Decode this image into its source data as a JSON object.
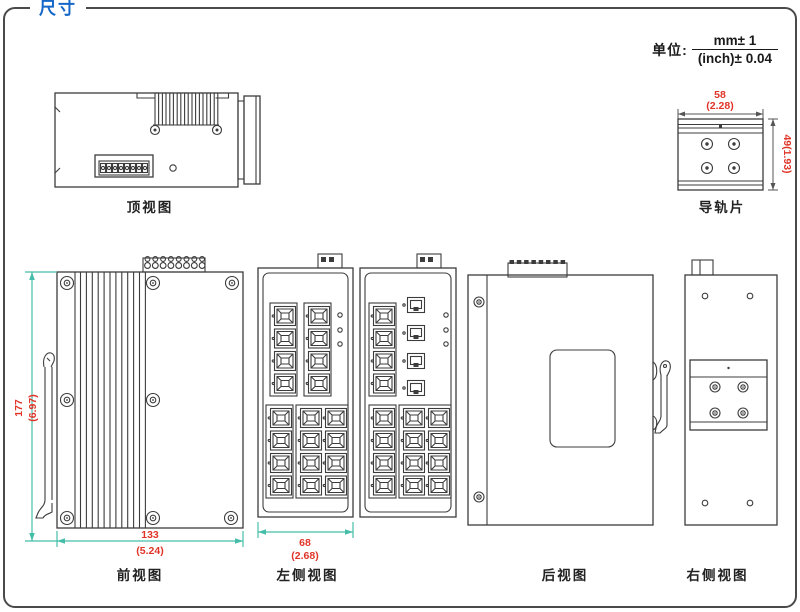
{
  "header": {
    "title": "尺寸"
  },
  "unit_note": {
    "label": "单位:",
    "mm": "mm± 1",
    "inch": "(inch)± 0.04"
  },
  "views": {
    "top_view": {
      "caption": "顶视图"
    },
    "rail_clip": {
      "caption": "导轨片",
      "width_mm": "58",
      "width_inch": "(2.28)",
      "height_dim": "49(1.93)"
    },
    "front_view": {
      "caption": "前视图",
      "height_mm": "177",
      "height_inch": "(6.97)",
      "width_mm": "133",
      "width_inch": "(5.24)"
    },
    "left_view": {
      "caption": "左侧视图",
      "width_mm": "68",
      "width_inch": "(2.68)"
    },
    "rear_view": {
      "caption": "后视图"
    },
    "right_view": {
      "caption": "右侧视图"
    }
  },
  "colors": {
    "line": "#3c3c3c",
    "dim_line": "#45bda8",
    "dim_text": "#e03428",
    "title_blue": "#1467c8"
  }
}
